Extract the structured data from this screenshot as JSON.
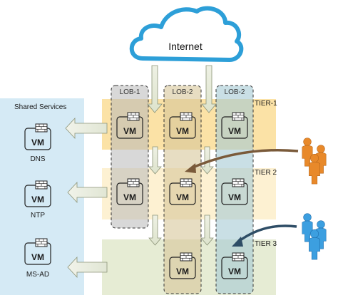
{
  "cloud": {
    "label": "Internet"
  },
  "shared_services": {
    "title": "Shared Services",
    "services": [
      {
        "vm_label": "VM",
        "name": "DNS"
      },
      {
        "vm_label": "VM",
        "name": "NTP"
      },
      {
        "vm_label": "VM",
        "name": "MS-AD"
      }
    ]
  },
  "lobs": [
    {
      "label": "LOB-1"
    },
    {
      "label": "LOB-2"
    },
    {
      "label": "LOB-2"
    }
  ],
  "tiers": [
    {
      "label": "TIER-1"
    },
    {
      "label": "TIER 2"
    },
    {
      "label": "TIER 3"
    }
  ],
  "vm_label": "VM",
  "colors": {
    "shared_bg": "#d5eaf5",
    "tier1": "#fbe2a6",
    "tier2": "#fdf1d2",
    "tier3": "#e6ecd4",
    "lob1_fill": "#b8b8b8",
    "lob2_fill": "#d7c69a",
    "lob3_fill": "#a5c9d4",
    "cloud_stroke": "#2d9fd8",
    "users_orange": "#e8892a",
    "users_blue": "#3c9fe0",
    "arrow_brown": "#7a5a3a",
    "arrow_blue": "#2e4d66"
  }
}
